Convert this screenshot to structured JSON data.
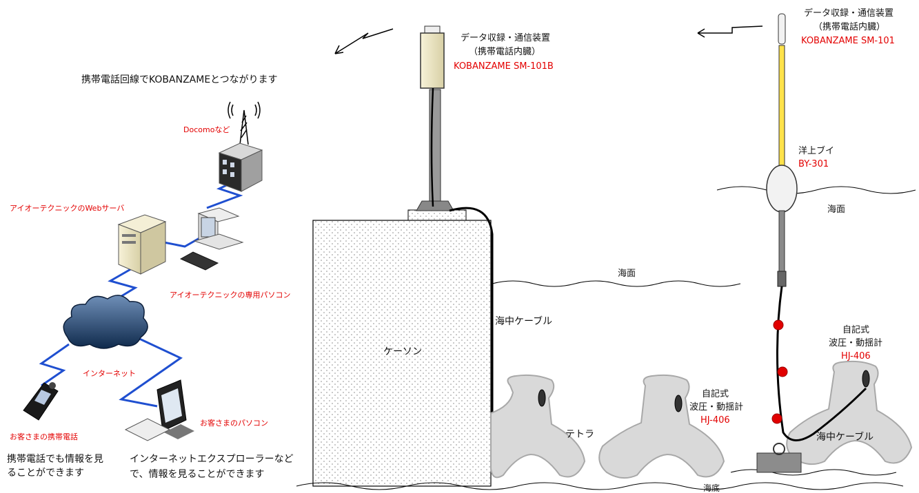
{
  "labels": {
    "connect_note": "携帯電話回線でKOBANZAMEとつながります",
    "carrier": "Docomoなど",
    "web_server": "アイオーテクニックのWebサーバ",
    "dedicated_pc": "アイオーテクニックの専用パソコン",
    "internet": "インターネット",
    "customer_phone": "お客さまの携帯電話",
    "customer_pc": "お客さまのパソコン",
    "phone_note_1": "携帯電話でも情報を見",
    "phone_note_2": "ることができます",
    "ie_note_1": "インターネットエクスプローラーなど",
    "ie_note_2": "で、情報を見ることができます"
  },
  "center": {
    "device_title_1": "データ収録・通信装置",
    "device_title_2": "（携帯電話内臓）",
    "device_model": "KOBANZAME SM-101B",
    "sea_surface": "海面",
    "cable": "海中ケーブル",
    "caisson": "ケーソン",
    "tetra": "テトラ",
    "gauge_1": "自記式",
    "gauge_2": "波圧・動揺計",
    "gauge_model": "HJ-406",
    "seabed": "海底"
  },
  "right": {
    "device_title_1": "データ収録・通信装置",
    "device_title_2": "（携帯電話内臓）",
    "device_model": "KOBANZAME  SM-101",
    "buoy": "洋上ブイ",
    "buoy_model": "BY-301",
    "sea_surface": "海面",
    "gauge_1": "自記式",
    "gauge_2": "波圧・動揺計",
    "gauge_model": "HJ-406",
    "cable": "海中ケーブル"
  },
  "colors": {
    "accent_red": "#e30000",
    "link_blue": "#1f4fd0",
    "pole_yellow": "#ffe24a",
    "tetra_gray": "#d9d9d9",
    "float_red": "#e10000"
  },
  "icons": [
    "antenna-tower-icon",
    "building-icon",
    "server-icon",
    "desktop-pc-icon",
    "cloud-icon",
    "mobile-phone-icon",
    "monitor-icon",
    "wireless-signal-icon"
  ]
}
